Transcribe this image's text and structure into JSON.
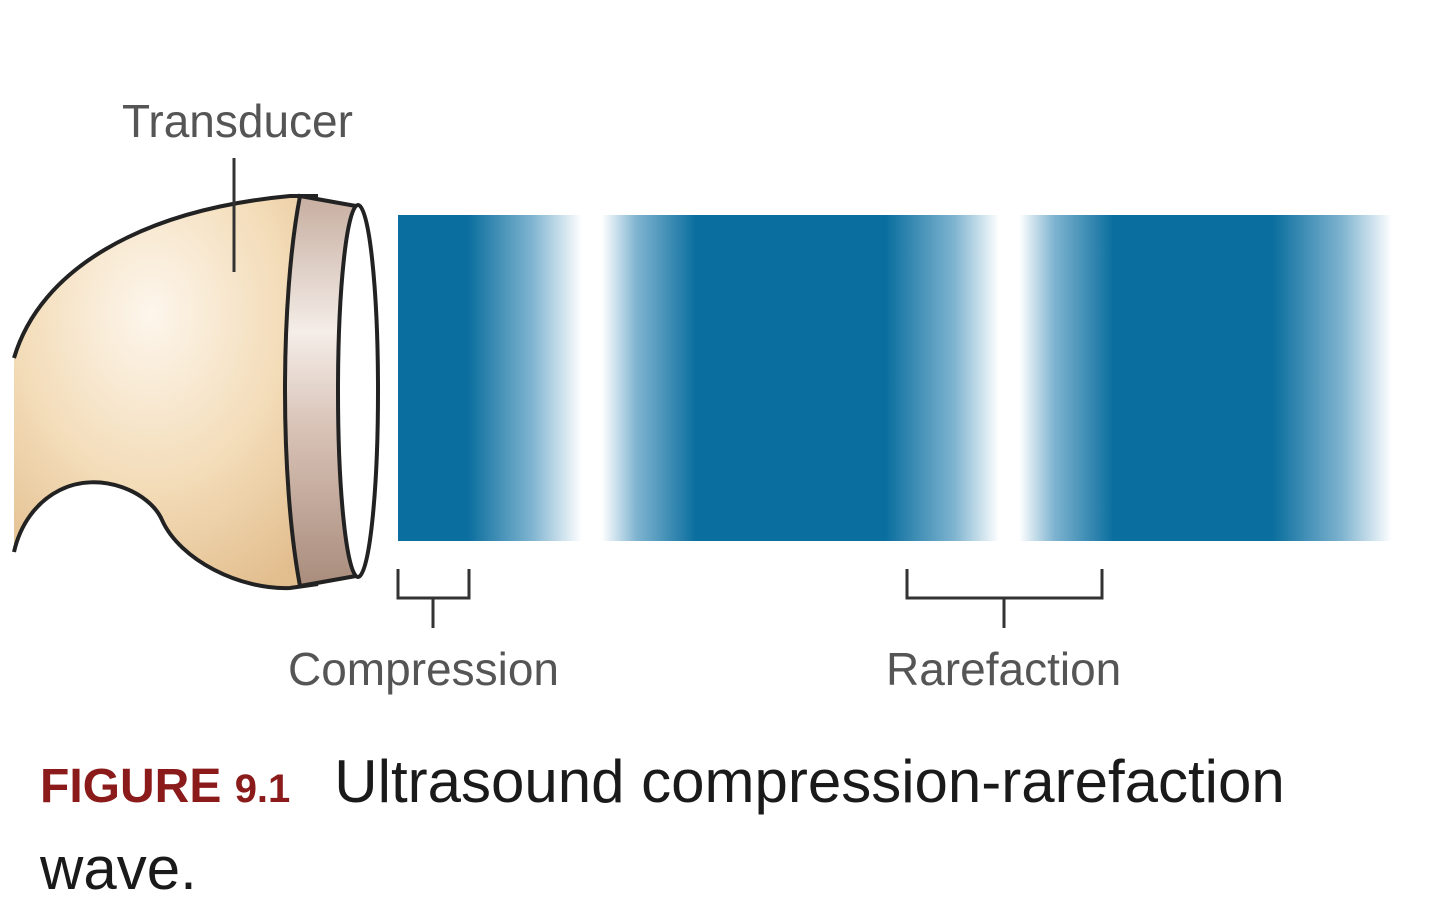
{
  "labels": {
    "transducer": "Transducer",
    "compression": "Compression",
    "rarefaction": "Rarefaction"
  },
  "caption": {
    "figure_word": "FIGURE",
    "figure_number": "9.1",
    "text": "Ultrasound compression-rarefaction wave."
  },
  "colors": {
    "wave": "#0a6e9e",
    "rarefaction": "#ffffff",
    "transducer_body": "#f3dcb8",
    "transducer_ring": "#bfa597",
    "caption_prefix": "#8b1a1a"
  }
}
